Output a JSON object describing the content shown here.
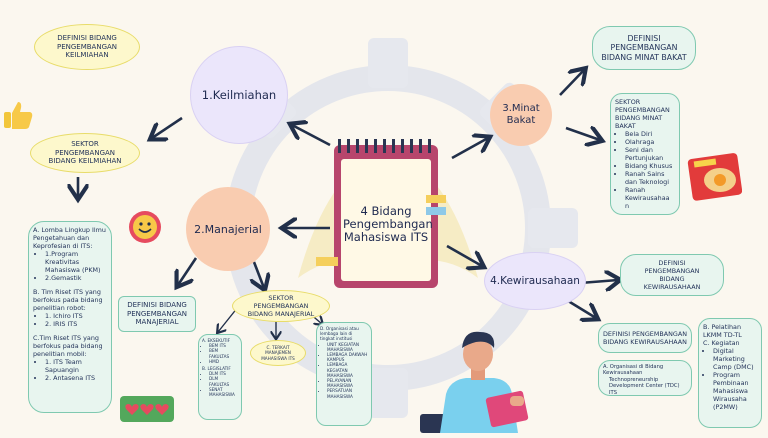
{
  "center": {
    "title": "4 Bidang Pengembangan Mahasiswa ITS"
  },
  "keilmiahan": {
    "node": "1.Keilmiahan",
    "definisi": "DEFINISI BIDANG PENGEMBANGAN KEILMIAHAN",
    "sektor": "SEKTOR PENGEMBANGAN BIDANG KEILMIAHAN",
    "detail": {
      "a_title": "A. Lomba Lingkup Ilmu Pengetahuan dan Keprofesian di ITS:",
      "a_items": [
        "1.Program Kreativitas Mahasiswa (PKM)",
        "2.Gemastik"
      ],
      "b_title": "B. Tim Riset ITS yang berfokus pada bidang penelitian robot:",
      "b_items": [
        "1. Ichiro ITS",
        "2. IRIS ITS"
      ],
      "c_title": "C.Tim Riset ITS yang berfokus pada bidang penelitian mobil:",
      "c_items": [
        "1. ITS Team Sapuangin",
        "2. Antasena ITS"
      ]
    }
  },
  "manajerial": {
    "node": "2.Manajerial",
    "definisi": "DEFINISI BIDANG PENGEMBANGAN MANAJERIAL",
    "sektor": "SEKTOR PENGEMBANGAN BIDANG MANAJERIAL",
    "a_title": "A. EKSEKUTIF",
    "a_items": [
      "BEM ITS",
      "BEM FAKULTAS",
      "HMD"
    ],
    "b_title": "B. LEGISLATIF",
    "b_items": [
      "DLM ITS",
      "DLM FAKULTAS",
      "SENAT MAHASISWA"
    ],
    "c_text": "C. TERKAIT MANAJEMEN MAHASISWA ITS",
    "d_title": "D. Organisasi atau lembaga lain di tingkat institusi",
    "d_items": [
      "UNIT KEGIATAN MAHASISWA",
      "LEMBAGA DAKWAH KAMPUS",
      "LEMBAGA KEGIATAN MAHASISWA",
      "PELAYANAN MAHASISWA",
      "PERSATUAN MAHASISWA"
    ]
  },
  "minat_bakat": {
    "node": "3.Minat Bakat",
    "definisi": "DEFINISI PENGEMBANGAN BIDANG MINAT BAKAT",
    "sektor_title": "SEKTOR PENGEMBANGAN BIDANG MINAT BAKAT",
    "items": [
      "Bela Diri",
      "Olahraga",
      "Seni dan Pertunjukan",
      "Bidang Khusus",
      "Ranah Sains dan Teknologi",
      "Ranah Kewirausahaa n"
    ]
  },
  "kewirausahaan": {
    "node": "4.Kewirausahaan",
    "definisi_top": "DEFINISI PENGEMBANGAN BIDANG KEWIRAUSAHAAN",
    "definisi_bottom": "DEFINISI PENGEMBANGAN BIDANG KEWIRAUSAHAAN",
    "a_items": [
      "A. Organisasi di Bidang Kewirausahaan",
      "Technopreneurship Development Center (TDC) ITS"
    ],
    "b_text": "B. Pelatihan LKMM TD-TL",
    "c_title": "C. Kegiatan",
    "c_items": [
      "Digital Marketing Camp (DMC)",
      "Program Pembinaan Mahasiswa Wirausaha (P2MW)"
    ]
  },
  "colors": {
    "lavender": "#ebe6fb",
    "peach": "#f9ccb0",
    "mint": "#e8f5ef",
    "yellow": "#fdf8cc",
    "navy": "#1f2a50"
  }
}
